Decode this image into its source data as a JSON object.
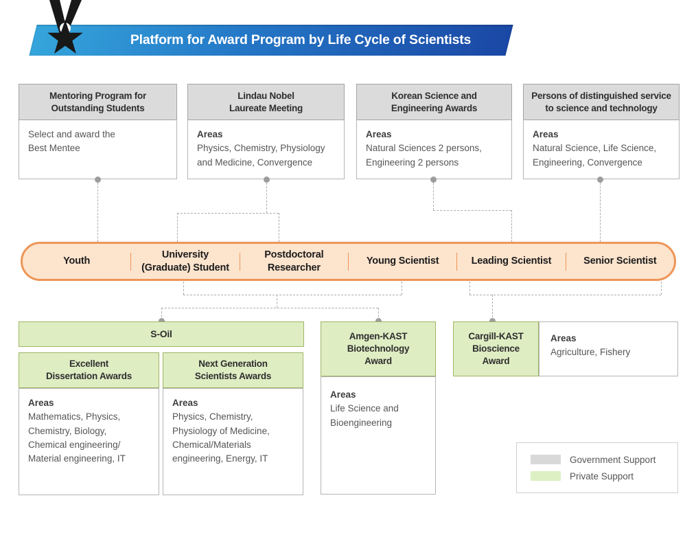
{
  "banner": {
    "title": "Platform for Award Program by Life Cycle of Scientists",
    "medal_icon": "black-star-medal-with-ribbon"
  },
  "government_programs": [
    {
      "title": "Mentoring Program for\nOutstanding Students",
      "description": "Select and award the\nBest Mentee"
    },
    {
      "title": "Lindau Nobel\nLaureate Meeting",
      "areas_label": "Areas",
      "areas": "Physics, Chemistry, Physiology\nand Medicine, Convergence"
    },
    {
      "title": "Korean Science and\nEngineering Awards",
      "areas_label": "Areas",
      "areas": "Natural Sciences 2 persons,\nEngineering 2 persons"
    },
    {
      "title": "Persons of distinguished service\nto science and technology",
      "areas_label": "Areas",
      "areas": "Natural Science, Life Science,\nEngineering, Convergence"
    }
  ],
  "lifecycle_stages": [
    "Youth",
    "University\n(Graduate) Student",
    "Postdoctoral\nResearcher",
    "Young Scientist",
    "Leading Scientist",
    "Senior Scientist"
  ],
  "private_programs": {
    "s_oil": {
      "title": "S-Oil",
      "awards": [
        {
          "title": "Excellent\nDissertation Awards",
          "areas_label": "Areas",
          "areas": "Mathematics, Physics,\nChemistry, Biology,\nChemical engineering/\nMaterial engineering, IT"
        },
        {
          "title": "Next Generation\nScientists Awards",
          "areas_label": "Areas",
          "areas": "Physics, Chemistry,\nPhysiology of Medicine,\nChemical/Materials\nengineering, Energy, IT"
        }
      ]
    },
    "amgen": {
      "title": "Amgen-KAST\nBiotechnology\nAward",
      "areas_label": "Areas",
      "areas": "Life Science and\nBioengineering"
    },
    "cargill": {
      "title": "Cargill-KAST\nBioscience\nAward",
      "areas_label": "Areas",
      "areas": "Agriculture, Fishery"
    }
  },
  "legend": {
    "items": [
      {
        "label": "Government Support",
        "color": "#d9d9d9"
      },
      {
        "label": "Private Support",
        "color": "#ddf0c4"
      }
    ]
  },
  "colors": {
    "banner_gradient_start": "#35a6dc",
    "banner_gradient_end": "#1a47a5",
    "gov_header_fill": "#dbdbdb",
    "private_header_fill": "#dfedc3",
    "private_header_border": "#a0b464",
    "pill_fill": "#fce4cd",
    "pill_border": "#ee9557",
    "connector_gray": "#ababab"
  }
}
